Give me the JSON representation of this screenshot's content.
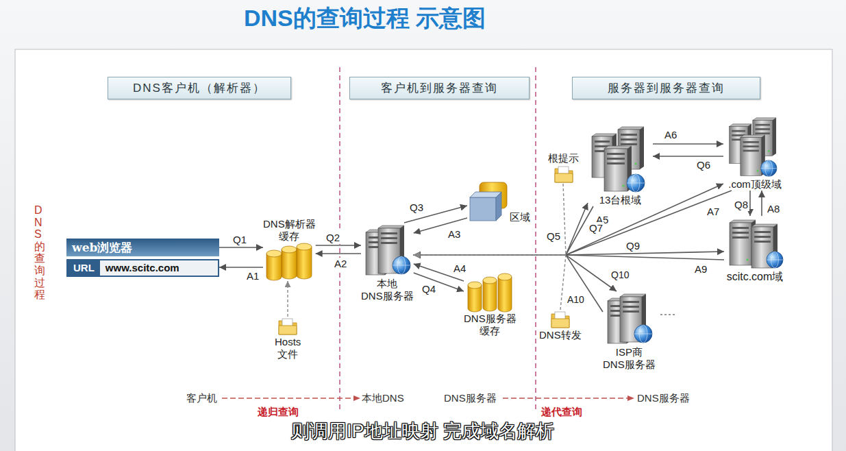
{
  "diagram": {
    "title": "DNS的查询过程 示意图",
    "caption": "则调用IP地址映射 完成域名解析",
    "nodes": [
      {
        "text": [
          "DNS客户机（解析器）"
        ]
      },
      {
        "text": [
          "客户机到服务器查询"
        ]
      },
      {
        "text": [
          "服务器到服务器查询"
        ]
      },
      {
        "text": [
          "web浏览器"
        ]
      },
      {
        "text": [
          "URL",
          "www.scitc.com"
        ]
      },
      {
        "text": [
          "DNS解析器 缓存"
        ]
      },
      {
        "text": [
          "Hosts 文件"
        ]
      },
      {
        "text": [
          "本地 DNS服务器"
        ]
      },
      {
        "text": [
          "区域"
        ]
      },
      {
        "text": [
          "DNS服务器 缓存"
        ]
      },
      {
        "text": [
          "根提示"
        ]
      },
      {
        "text": [
          "13台根域"
        ]
      },
      {
        "text": [
          ".com顶级域"
        ]
      },
      {
        "text": [
          "scitc.com域"
        ]
      },
      {
        "text": [
          "DNS转发"
        ]
      },
      {
        "text": [
          "ISP商 DNS服务器"
        ]
      }
    ],
    "edges": [
      {
        "from": 3,
        "to": 5,
        "label": "Q1",
        "arrow": "to"
      },
      {
        "from": 5,
        "to": 4,
        "label": "A1",
        "arrow": "to"
      },
      {
        "from": 5,
        "to": 7,
        "label": "Q2",
        "arrow": "to"
      },
      {
        "from": 7,
        "to": 5,
        "label": "A2",
        "arrow": "to"
      },
      {
        "from": 7,
        "to": 8,
        "label": "Q3",
        "arrow": "to"
      },
      {
        "from": 8,
        "to": 7,
        "label": "A3",
        "arrow": "to"
      },
      {
        "from": 7,
        "to": 9,
        "label": "Q4",
        "arrow": "to"
      },
      {
        "from": 9,
        "to": 7,
        "label": "A4",
        "arrow": "to"
      },
      {
        "from": 7,
        "to": 11,
        "label": "Q5",
        "arrow": "to"
      },
      {
        "from": 11,
        "to": 7,
        "label": "A5",
        "arrow": "to"
      },
      {
        "from": 11,
        "to": 12,
        "label": "A6",
        "arrow": "to"
      },
      {
        "from": 12,
        "to": 11,
        "label": "Q6",
        "arrow": "to"
      },
      {
        "from": 7,
        "to": 12,
        "label": "Q7",
        "arrow": "to"
      },
      {
        "from": 12,
        "to": 7,
        "label": "A7",
        "arrow": "to"
      },
      {
        "from": 12,
        "to": 13,
        "label": "Q8",
        "arrow": "to"
      },
      {
        "from": 13,
        "to": 12,
        "label": "A8",
        "arrow": "to"
      },
      {
        "from": 7,
        "to": 13,
        "label": "Q9",
        "arrow": "to"
      },
      {
        "from": 13,
        "to": 7,
        "label": "A9",
        "arrow": "to"
      },
      {
        "from": 7,
        "to": 15,
        "label": "Q10",
        "arrow": "to"
      },
      {
        "from": 15,
        "to": 7,
        "label": "A10",
        "arrow": "to"
      },
      {
        "from": 6,
        "to": 5,
        "arrow": "to"
      },
      {
        "from": 10,
        "to": 7,
        "arrow": "to"
      },
      {
        "from": 14,
        "to": 7,
        "arrow": "to"
      }
    ],
    "labels": [
      "DNS的查询过程",
      "客户机",
      "本地DNS",
      "递归查询",
      "DNS服务器",
      "DNS服务器",
      "递代查询"
    ]
  }
}
